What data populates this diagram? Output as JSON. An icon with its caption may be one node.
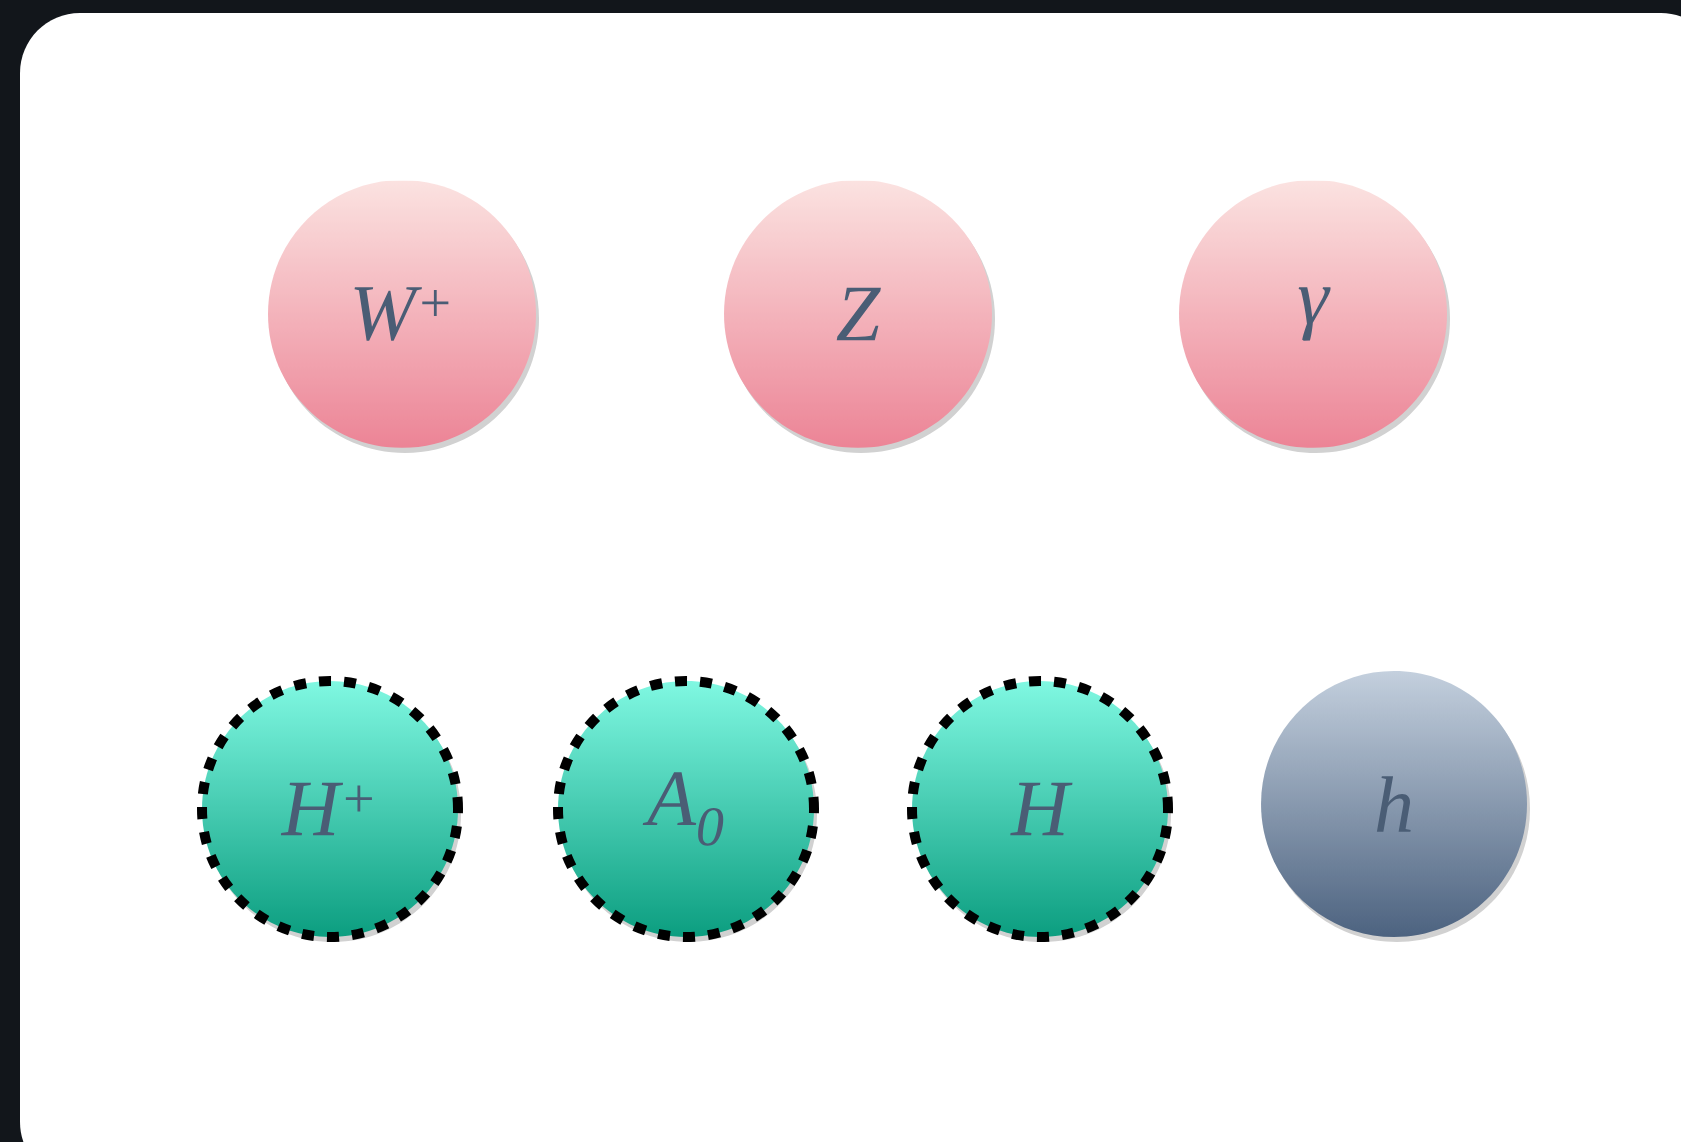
{
  "diagram": {
    "nodes": [
      {
        "text": [
          "W$^{+}$"
        ]
      },
      {
        "text": [
          "Z"
        ]
      },
      {
        "text": [
          "γ"
        ]
      },
      {
        "text": [
          "H$^{+}$"
        ]
      },
      {
        "text": [
          "A$_{0}$"
        ]
      },
      {
        "text": [
          "H"
        ]
      },
      {
        "text": [
          "h"
        ]
      }
    ]
  }
}
